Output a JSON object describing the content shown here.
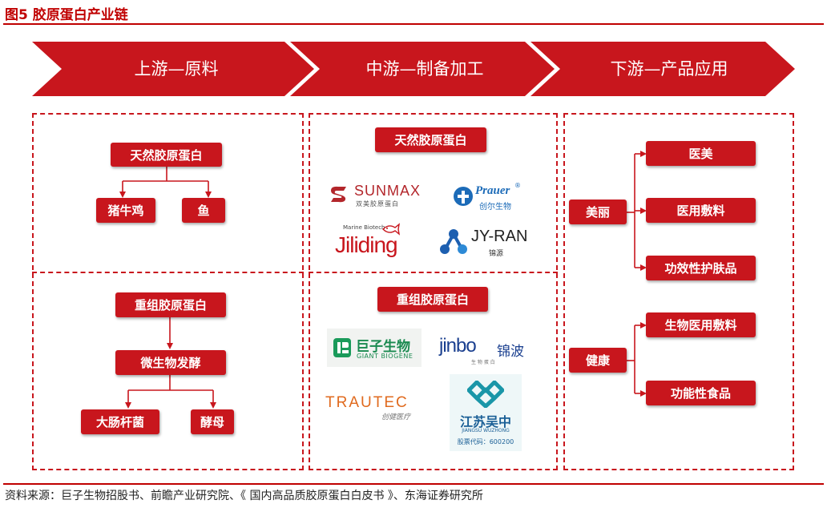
{
  "figure": {
    "title": "图5  胶原蛋白产业链"
  },
  "stages": [
    {
      "label": "上游—原料"
    },
    {
      "label": "中游—制备加工"
    },
    {
      "label": "下游—产品应用"
    }
  ],
  "upstream": {
    "natural": {
      "title": "天然胶原蛋白",
      "children": [
        "猪牛鸡",
        "鱼"
      ]
    },
    "recombinant": {
      "title": "重组胶原蛋白",
      "process": "微生物发酵",
      "children": [
        "大肠杆菌",
        "酵母"
      ]
    }
  },
  "midstream": {
    "natural_title": "天然胶原蛋白",
    "recombinant_title": "重组胶原蛋白",
    "logos": {
      "sunmax": {
        "name": "SUNMAX",
        "sub": "双美胶原蛋白"
      },
      "prauer": {
        "name": "Prauer",
        "mark": "®",
        "sub": "创尔生物"
      },
      "jiliding": {
        "name": "Jiliding",
        "top": "Marine Biotech"
      },
      "jyran": {
        "name": "JY-RAN",
        "sub": "锦源"
      },
      "giant": {
        "name": "巨子生物",
        "sub": "GIANT BIOGENE"
      },
      "jinbo": {
        "name": "JINBO",
        "cn": "锦波",
        "sub": "生 物 蛋 白"
      },
      "trautec": {
        "name": "TRAUTEC",
        "sub": "创健医疗"
      },
      "wuzhong": {
        "name": "江苏吴中",
        "sub": "JIANGSU WUZHONG",
        "code": "股票代码：600200"
      }
    }
  },
  "downstream": {
    "groups": [
      {
        "label": "美丽",
        "items": [
          "医美",
          "医用敷料",
          "功效性护肤品"
        ]
      },
      {
        "label": "健康",
        "items": [
          "生物医用敷料",
          "功能性食品"
        ]
      }
    ]
  },
  "footer": {
    "source": "资料来源：巨子生物招股书、前瞻产业研究院、《 国内高品质胶原蛋白白皮书 》、东海证券研究所"
  },
  "colors": {
    "accent": "#c8161d",
    "title_red": "#c00000"
  }
}
